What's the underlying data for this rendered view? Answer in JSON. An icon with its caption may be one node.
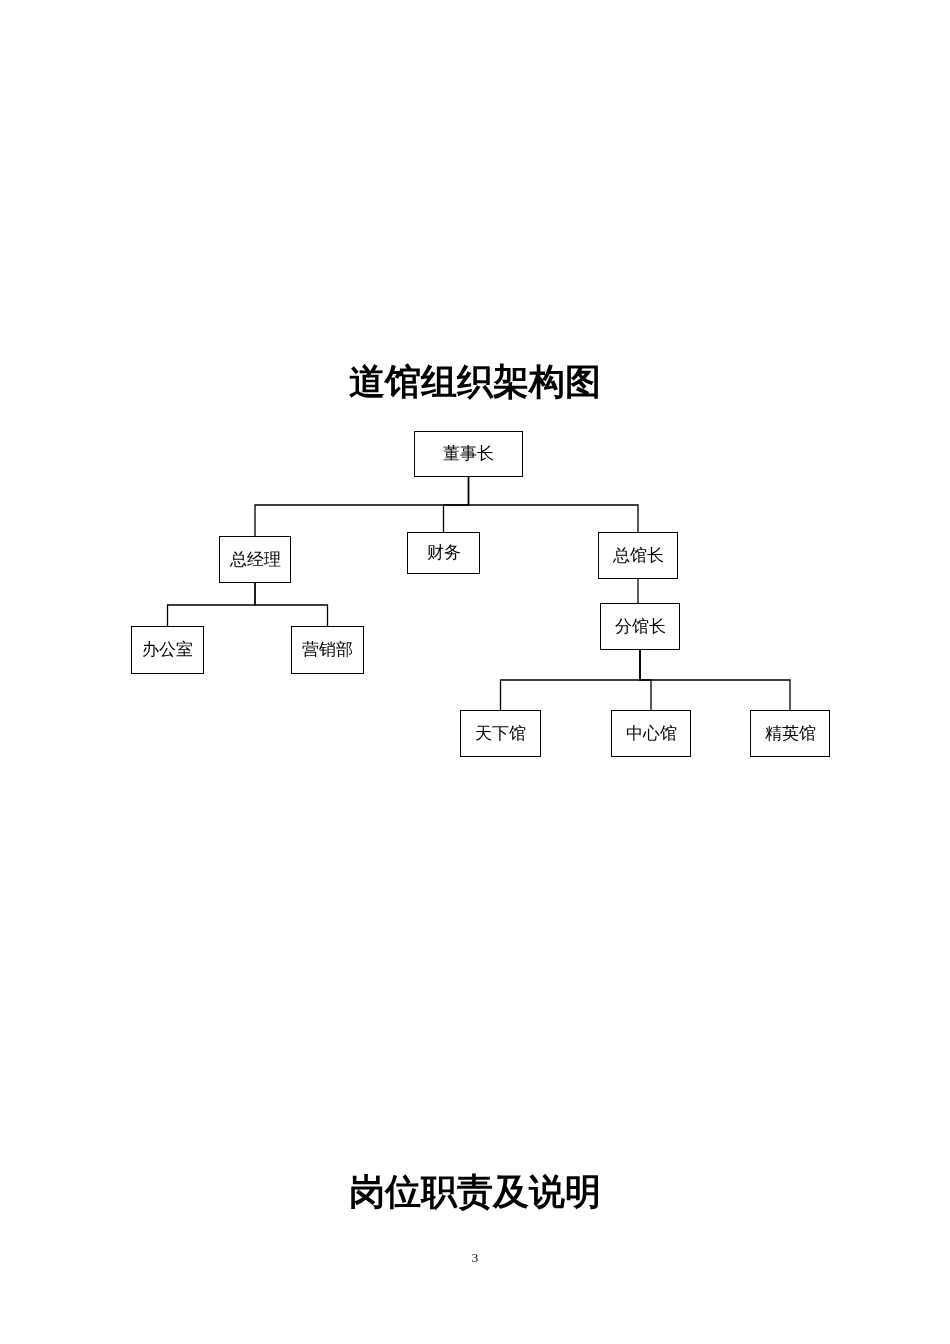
{
  "diagram": {
    "title": "道馆组织架构图",
    "nodes": [
      {
        "text": [
          "董事长"
        ]
      },
      {
        "text": [
          "总经理"
        ]
      },
      {
        "text": [
          "财务"
        ]
      },
      {
        "text": [
          "总馆长"
        ]
      },
      {
        "text": [
          "办公室"
        ]
      },
      {
        "text": [
          "营销部"
        ]
      },
      {
        "text": [
          "分馆长"
        ]
      },
      {
        "text": [
          "天下馆"
        ]
      },
      {
        "text": [
          "中心馆"
        ]
      },
      {
        "text": [
          "精英馆"
        ]
      }
    ],
    "edges": [
      {
        "from": 0,
        "to": 1,
        "arrow": "none"
      },
      {
        "from": 0,
        "to": 2,
        "arrow": "none"
      },
      {
        "from": 0,
        "to": 3,
        "arrow": "none"
      },
      {
        "from": 1,
        "to": 4,
        "arrow": "none"
      },
      {
        "from": 1,
        "to": 5,
        "arrow": "none"
      },
      {
        "from": 3,
        "to": 6,
        "arrow": "none"
      },
      {
        "from": 6,
        "to": 7,
        "arrow": "none"
      },
      {
        "from": 6,
        "to": 8,
        "arrow": "none"
      },
      {
        "from": 6,
        "to": 9,
        "arrow": "none"
      }
    ],
    "labels": [
      "岗位职责及说明",
      "3"
    ]
  }
}
